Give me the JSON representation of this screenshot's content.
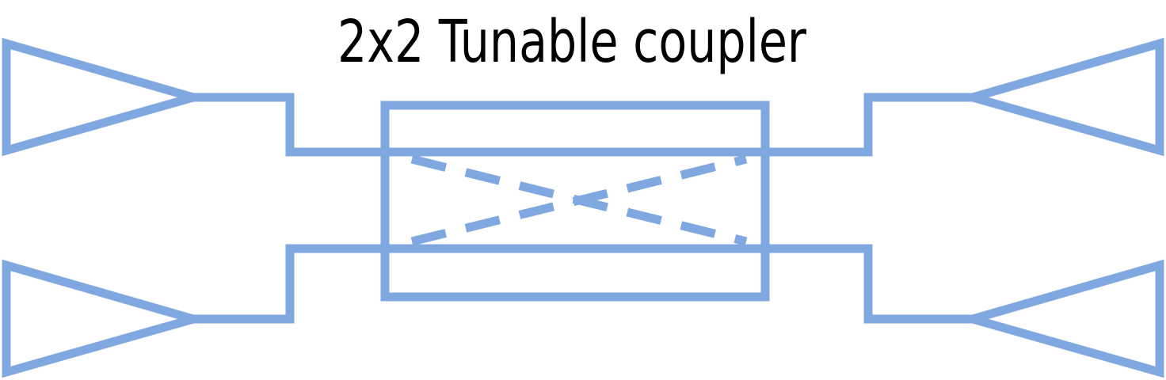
{
  "title": "2x2 Tunable coupler",
  "colors": {
    "stroke": "#80a8e0",
    "text": "#000000",
    "background": "#ffffff"
  },
  "components": {
    "input_couplers": [
      "grating-coupler",
      "grating-coupler"
    ],
    "output_couplers": [
      "grating-coupler",
      "grating-coupler"
    ],
    "coupler_region": "tunable-coupler-box",
    "crossing_paths": "dashed-cross"
  }
}
